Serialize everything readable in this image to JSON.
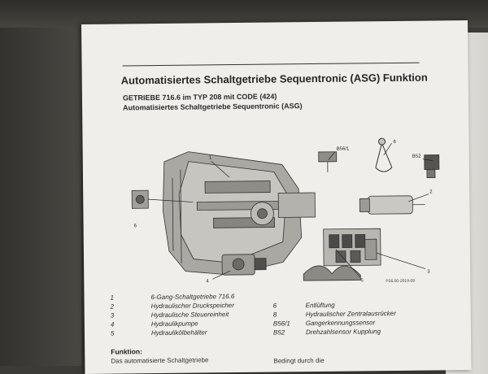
{
  "header": {
    "title": "Automatisiertes Schaltgetriebe Sequentronic (ASG) Funktion",
    "subtitle_line1": "GETRIEBE 716.6 im TYP 208 mit CODE (424)",
    "subtitle_line2": "Automatisiertes Schaltgetriebe Sequentronic (ASG)"
  },
  "diagram": {
    "callouts": [
      "1",
      "B56/1",
      "6",
      "B52",
      "2",
      "6",
      "3",
      "4",
      "5"
    ],
    "code": "P26.00-2019-09"
  },
  "legend": {
    "left": [
      {
        "num": "1",
        "text": "6-Gang-Schaltgetriebe 716.6"
      },
      {
        "num": "2",
        "text": "Hydraulischer Druckspeicher"
      },
      {
        "num": "3",
        "text": "Hydraulische Steuereinheit"
      },
      {
        "num": "4",
        "text": "Hydraulikpumpe"
      },
      {
        "num": "5",
        "text": "Hydraulikölbehälter"
      }
    ],
    "right": [
      {
        "num": "6",
        "text": "Entlüftung"
      },
      {
        "num": "8",
        "text": "Hydraulischer Zentralausrücker"
      },
      {
        "num": "B56/1",
        "text": "Gangerkennungssensor"
      },
      {
        "num": "B52",
        "text": "Drehzahlsensor Kupplung"
      }
    ]
  },
  "funktion": {
    "heading": "Funktion:",
    "left_text": "Das automatisierte Schaltgetriebe",
    "right_text": "Bedingt durch die"
  }
}
